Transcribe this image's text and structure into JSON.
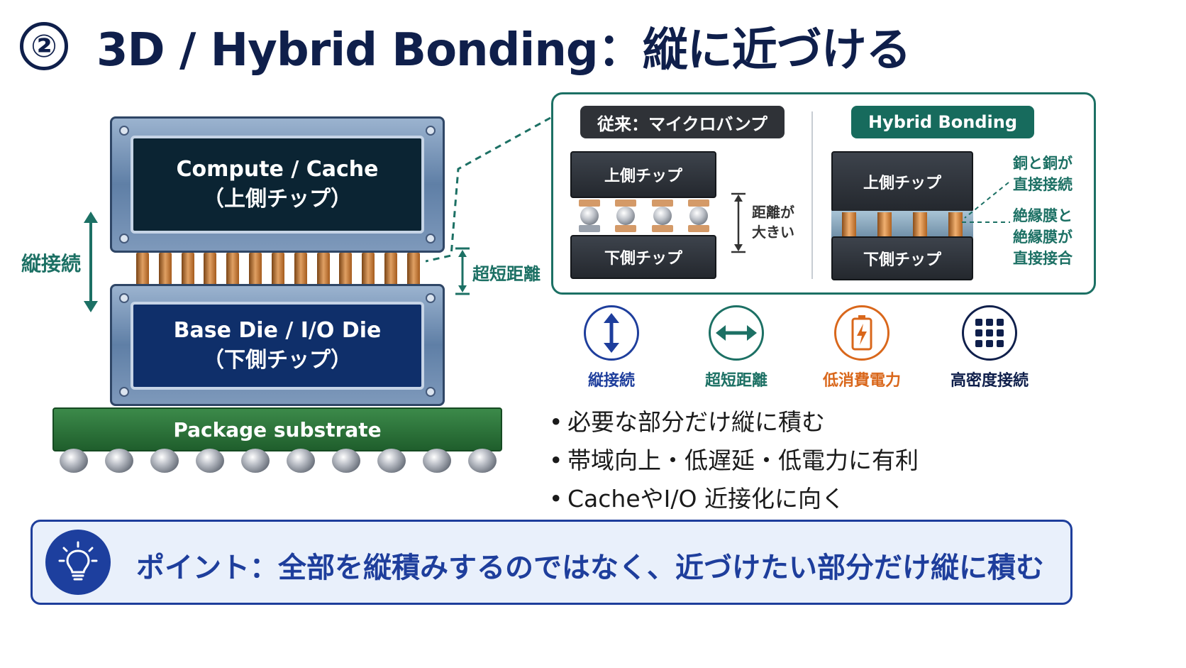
{
  "title": {
    "number": "②",
    "text": "3D / Hybrid Bonding：縦に近づける"
  },
  "stack": {
    "top_die": {
      "line1": "Compute / Cache",
      "line2": "（上側チップ）"
    },
    "base_die": {
      "line1": "Base Die / I/O Die",
      "line2": "（下側チップ）"
    },
    "substrate": "Package substrate",
    "vertical_label": "縦接続",
    "gap_label": "超短距離"
  },
  "inset": {
    "microbump": {
      "header": "従来：マイクロバンプ",
      "upper": "上側チップ",
      "lower": "下側チップ",
      "note_line1": "距離が",
      "note_line2": "大きい"
    },
    "hybrid": {
      "header": "Hybrid Bonding",
      "upper": "上側チップ",
      "lower": "下側チップ",
      "note1_line1": "銅と銅が",
      "note1_line2": "直接接続",
      "note2_line1": "絶縁膜と",
      "note2_line2": "絶縁膜が",
      "note2_line3": "直接接合"
    }
  },
  "features": [
    {
      "label": "縦接続",
      "icon": "vertical-arrow-icon",
      "color": "#1e3e9c"
    },
    {
      "label": "超短距離",
      "icon": "horizontal-arrow-icon",
      "color": "#1c7064"
    },
    {
      "label": "低消費電力",
      "icon": "battery-icon",
      "color": "#d9671b"
    },
    {
      "label": "高密度接続",
      "icon": "grid-icon",
      "color": "#0f1f4b"
    }
  ],
  "bullets": [
    "必要な部分だけ縦に積む",
    "帯域向上・低遅延・低電力に有利",
    "CacheやI/O 近接化に向く"
  ],
  "point": {
    "text": "ポイント：全部を縦積みするのではなく、近づけたい部分だけ縦に積む",
    "icon": "lightbulb-icon"
  }
}
